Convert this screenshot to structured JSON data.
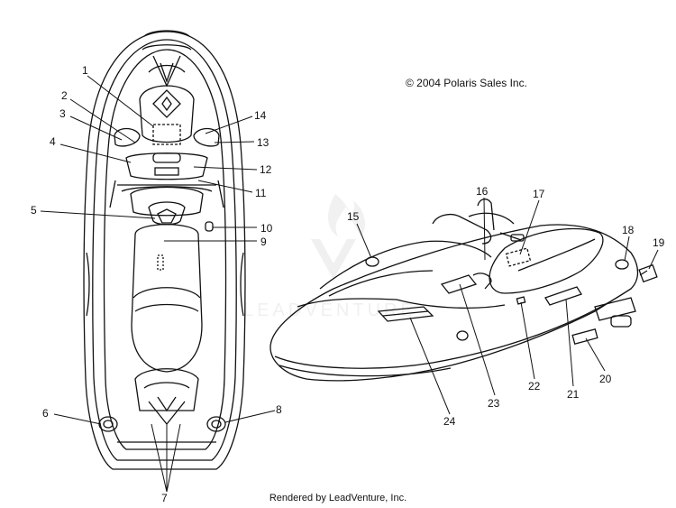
{
  "copyright": "© 2004 Polaris Sales Inc.",
  "footer": "Rendered by LeadVenture, Inc.",
  "watermark": "LEADVENTURE",
  "callouts": [
    {
      "id": "1",
      "label": "1"
    },
    {
      "id": "2",
      "label": "2"
    },
    {
      "id": "3",
      "label": "3"
    },
    {
      "id": "4",
      "label": "4"
    },
    {
      "id": "5",
      "label": "5"
    },
    {
      "id": "6",
      "label": "6"
    },
    {
      "id": "7",
      "label": "7"
    },
    {
      "id": "8",
      "label": "8"
    },
    {
      "id": "9",
      "label": "9"
    },
    {
      "id": "10",
      "label": "10"
    },
    {
      "id": "11",
      "label": "11"
    },
    {
      "id": "12",
      "label": "12"
    },
    {
      "id": "13",
      "label": "13"
    },
    {
      "id": "14",
      "label": "14"
    },
    {
      "id": "15",
      "label": "15"
    },
    {
      "id": "16",
      "label": "16"
    },
    {
      "id": "17",
      "label": "17"
    },
    {
      "id": "18",
      "label": "18"
    },
    {
      "id": "19",
      "label": "19"
    },
    {
      "id": "20",
      "label": "20"
    },
    {
      "id": "21",
      "label": "21"
    },
    {
      "id": "22",
      "label": "22"
    },
    {
      "id": "23",
      "label": "23"
    },
    {
      "id": "24",
      "label": "24"
    }
  ]
}
